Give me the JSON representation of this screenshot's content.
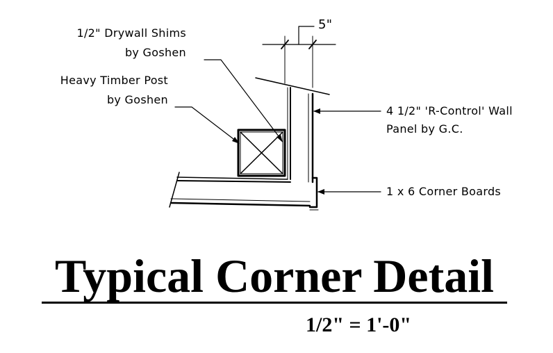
{
  "dimension": {
    "value": "5\""
  },
  "callouts": {
    "drywall_shims": [
      "1/2\" Drywall Shims",
      "by Goshen"
    ],
    "timber_post": [
      "Heavy Timber Post",
      "by Goshen"
    ],
    "wall_panel": [
      "4 1/2\" 'R-Control' Wall",
      "Panel by G.C."
    ],
    "corner_boards": [
      "1 x 6 Corner Boards"
    ]
  },
  "title": {
    "text": "Typical Corner Detail",
    "scale": "1/2\" = 1'-0\""
  },
  "colors": {
    "ink": "#000000",
    "background": "#ffffff"
  }
}
